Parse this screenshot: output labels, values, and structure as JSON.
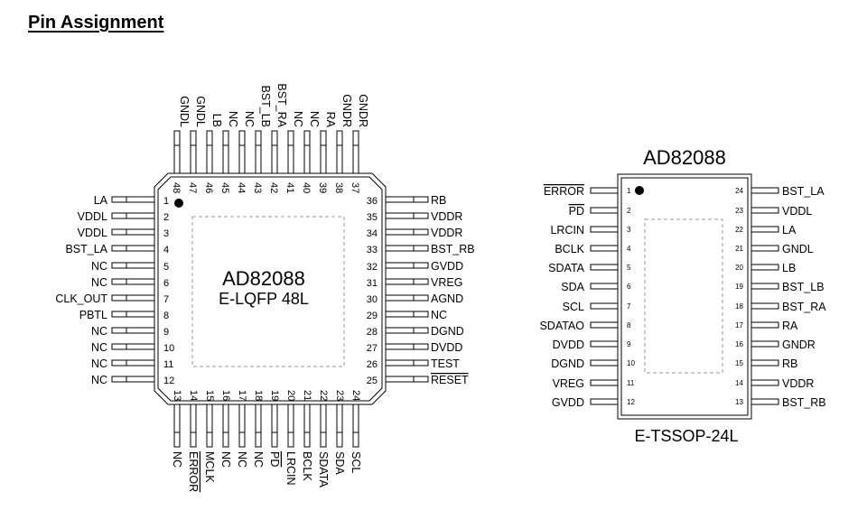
{
  "heading": "Pin Assignment",
  "lqfp": {
    "part": "AD82088",
    "package": "E-LQFP 48L",
    "pins": [
      {
        "n": "1",
        "name": "LA"
      },
      {
        "n": "2",
        "name": "VDDL"
      },
      {
        "n": "3",
        "name": "VDDL"
      },
      {
        "n": "4",
        "name": "BST_LA"
      },
      {
        "n": "5",
        "name": "NC"
      },
      {
        "n": "6",
        "name": "NC"
      },
      {
        "n": "7",
        "name": "CLK_OUT"
      },
      {
        "n": "8",
        "name": "PBTL"
      },
      {
        "n": "9",
        "name": "NC"
      },
      {
        "n": "10",
        "name": "NC"
      },
      {
        "n": "11",
        "name": "NC"
      },
      {
        "n": "12",
        "name": "NC"
      },
      {
        "n": "13",
        "name": "NC"
      },
      {
        "n": "14",
        "name": "ERROR",
        "overbar": true
      },
      {
        "n": "15",
        "name": "MCLK"
      },
      {
        "n": "16",
        "name": "NC"
      },
      {
        "n": "17",
        "name": "NC"
      },
      {
        "n": "18",
        "name": "NC"
      },
      {
        "n": "19",
        "name": "PD",
        "overbar": true
      },
      {
        "n": "20",
        "name": "LRCIN"
      },
      {
        "n": "21",
        "name": "BCLK"
      },
      {
        "n": "22",
        "name": "SDATA"
      },
      {
        "n": "23",
        "name": "SDA"
      },
      {
        "n": "24",
        "name": "SCL"
      },
      {
        "n": "25",
        "name": "RESET",
        "overbar": true
      },
      {
        "n": "26",
        "name": "TEST"
      },
      {
        "n": "27",
        "name": "DVDD"
      },
      {
        "n": "28",
        "name": "DGND"
      },
      {
        "n": "29",
        "name": "NC"
      },
      {
        "n": "30",
        "name": "AGND"
      },
      {
        "n": "31",
        "name": "VREG"
      },
      {
        "n": "32",
        "name": "GVDD"
      },
      {
        "n": "33",
        "name": "BST_RB"
      },
      {
        "n": "34",
        "name": "VDDR"
      },
      {
        "n": "35",
        "name": "VDDR"
      },
      {
        "n": "36",
        "name": "RB"
      },
      {
        "n": "37",
        "name": "GNDR"
      },
      {
        "n": "38",
        "name": "GNDR"
      },
      {
        "n": "39",
        "name": "RA"
      },
      {
        "n": "40",
        "name": "NC"
      },
      {
        "n": "41",
        "name": "NC"
      },
      {
        "n": "42",
        "name": "BST_RA"
      },
      {
        "n": "43",
        "name": "BST_LB"
      },
      {
        "n": "44",
        "name": "NC"
      },
      {
        "n": "45",
        "name": "NC"
      },
      {
        "n": "46",
        "name": "LB"
      },
      {
        "n": "47",
        "name": "GNDL"
      },
      {
        "n": "48",
        "name": "GNDL"
      }
    ]
  },
  "tssop": {
    "part": "AD82088",
    "package": "E-TSSOP-24L",
    "pins": [
      {
        "n": "1",
        "name": "ERROR",
        "overbar": true
      },
      {
        "n": "2",
        "name": "PD",
        "overbar": true
      },
      {
        "n": "3",
        "name": "LRCIN"
      },
      {
        "n": "4",
        "name": "BCLK"
      },
      {
        "n": "5",
        "name": "SDATA"
      },
      {
        "n": "6",
        "name": "SDA"
      },
      {
        "n": "7",
        "name": "SCL"
      },
      {
        "n": "8",
        "name": "SDATAO"
      },
      {
        "n": "9",
        "name": "DVDD"
      },
      {
        "n": "10",
        "name": "DGND"
      },
      {
        "n": "11",
        "name": "VREG"
      },
      {
        "n": "12",
        "name": "GVDD"
      },
      {
        "n": "13",
        "name": "BST_RB"
      },
      {
        "n": "14",
        "name": "VDDR"
      },
      {
        "n": "15",
        "name": "RB"
      },
      {
        "n": "16",
        "name": "GNDR"
      },
      {
        "n": "17",
        "name": "RA"
      },
      {
        "n": "18",
        "name": "BST_RA"
      },
      {
        "n": "19",
        "name": "BST_LB"
      },
      {
        "n": "20",
        "name": "LB"
      },
      {
        "n": "21",
        "name": "GNDL"
      },
      {
        "n": "22",
        "name": "LA"
      },
      {
        "n": "23",
        "name": "VDDL"
      },
      {
        "n": "24",
        "name": "BST_LA"
      }
    ]
  }
}
